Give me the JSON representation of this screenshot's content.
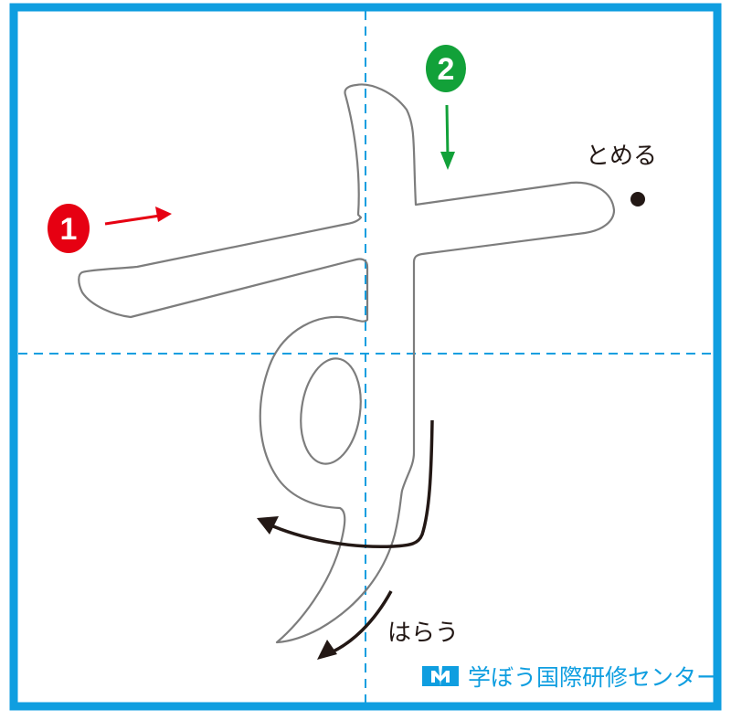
{
  "character": "す",
  "strokes": [
    {
      "number": "1",
      "color": "#e60012",
      "direction": "right"
    },
    {
      "number": "2",
      "color": "#12a139",
      "direction": "down"
    }
  ],
  "annotations": {
    "tomeru": "とめる",
    "harau": "はらう"
  },
  "logo": {
    "text": "学ぼう国際研修センター",
    "color": "#0f9ee0"
  },
  "colors": {
    "frame": "#0f9ee0",
    "guide": "#0f9ee0",
    "outline": "#7d7d7d",
    "arrow": "#231815"
  }
}
